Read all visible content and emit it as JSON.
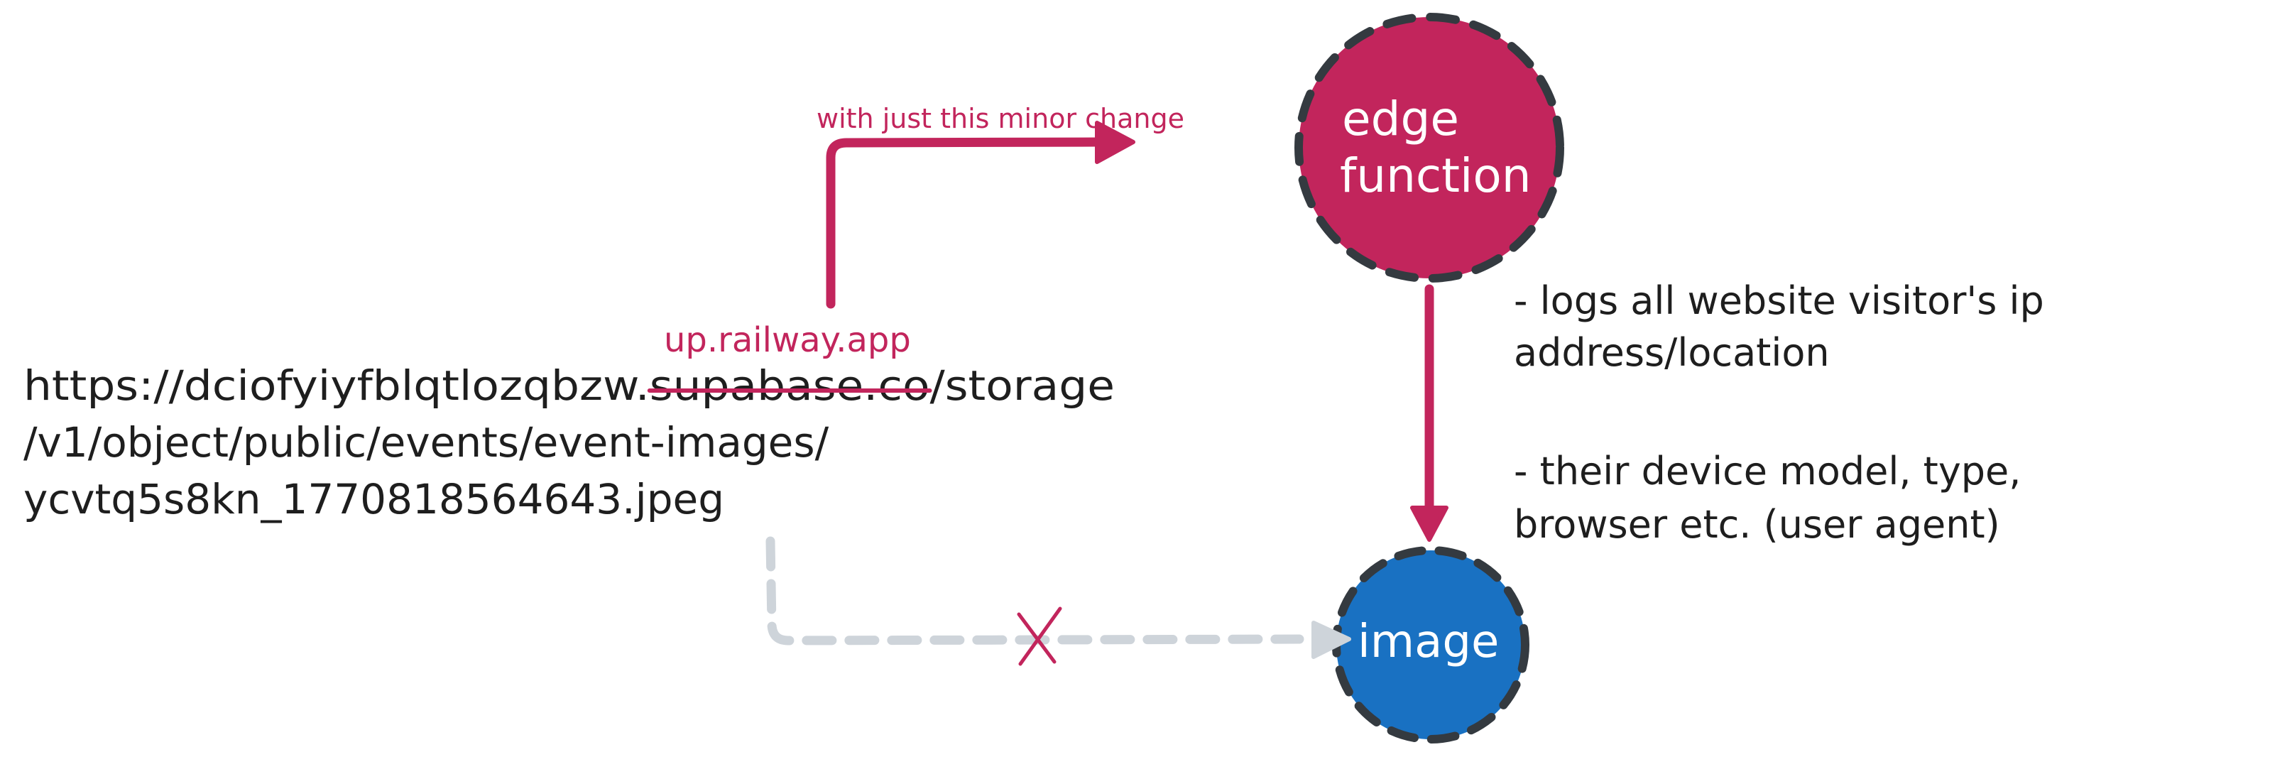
{
  "colors": {
    "background": "#ffffff",
    "text": "#1e1e1e",
    "accent_pink": "#c2255c",
    "node_blue": "#1971c2",
    "node_stroke": "#343a40",
    "blocked_gray": "#ced4da",
    "node_label": "#ffffff"
  },
  "nodes": {
    "edge_function": {
      "label_lines": [
        "edge",
        "function"
      ]
    },
    "image": {
      "label": "image"
    }
  },
  "url": {
    "lines": [
      {
        "prefix": "https://dciofyiyfblqtlozqbzw.",
        "struck": "supabase.co",
        "suffix": "/storage"
      },
      {
        "text": "/v1/object/public/events/event-images/"
      },
      {
        "text": "ycvtq5s8kn_1770818564643.jpeg"
      }
    ],
    "replacement": "up.railway.app"
  },
  "arrows": {
    "modified_label": "with just this minor change",
    "blocked_mark": "X"
  },
  "notes": [
    {
      "lines": [
        "- logs all website visitor's ip",
        "address/location"
      ]
    },
    {
      "lines": [
        "- their device model, type,",
        "browser etc. (user agent)"
      ]
    }
  ]
}
